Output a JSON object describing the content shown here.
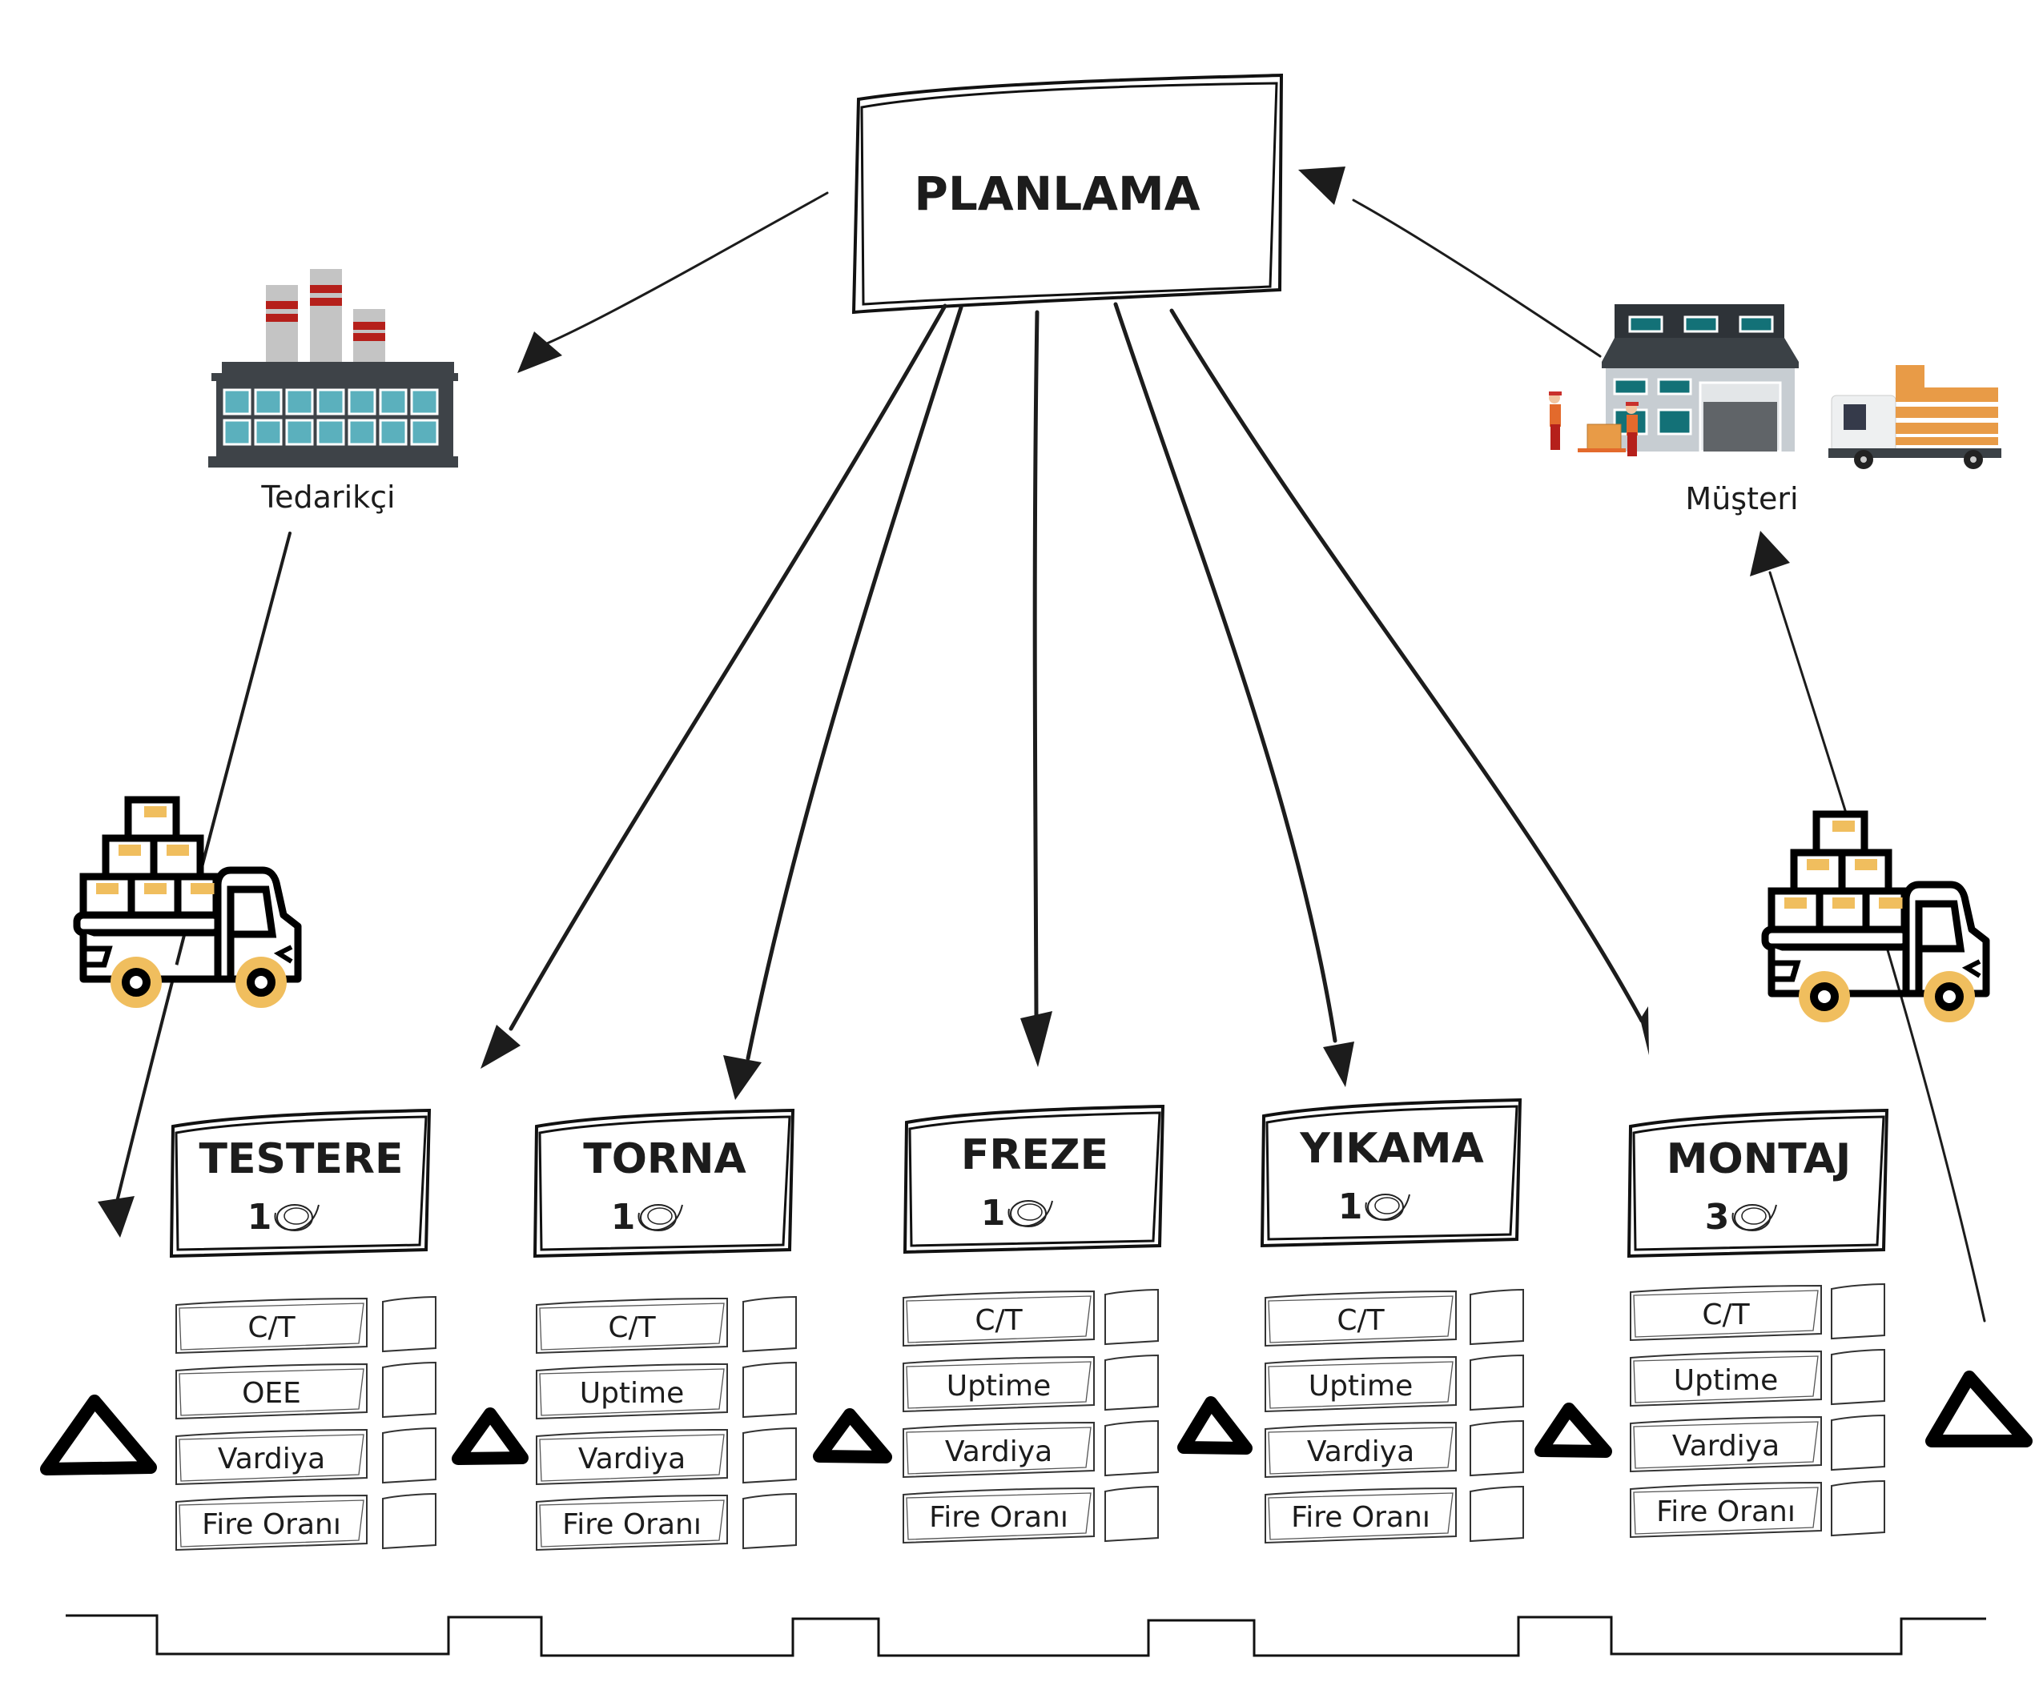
{
  "planning": {
    "title": "PLANLAMA"
  },
  "supplier": {
    "label": "Tedarikçi",
    "icon": "factory-icon"
  },
  "customer": {
    "label": "Müşteri",
    "icon": "warehouse-icon"
  },
  "transport": {
    "inbound_icon": "delivery-truck-icon",
    "outbound_icon": "delivery-truck-icon"
  },
  "operator_icon": "operator-icon",
  "inventory_icon": "inventory-triangle-icon",
  "colors": {
    "ink": "#1c1c1c",
    "truck_accent": "#f0be5e",
    "factory_wall": "#3e4348",
    "factory_window": "#5bb0bd",
    "chimney": "#c4c4c4",
    "chimney_stripe": "#b5201b",
    "warehouse_roof": "#3b4146",
    "warehouse_wall": "#c7cdd2",
    "warehouse_window": "#137177",
    "crate": "#e89b47",
    "worker": "#c9302c"
  },
  "processes": [
    {
      "name": "TESTERE",
      "operators": "1",
      "metrics": [
        "C/T",
        "OEE",
        "Vardiya",
        "Fire Oranı"
      ],
      "values": [
        "",
        "",
        "",
        ""
      ]
    },
    {
      "name": "TORNA",
      "operators": "1",
      "metrics": [
        "C/T",
        "Uptime",
        "Vardiya",
        "Fire Oranı"
      ],
      "values": [
        "",
        "",
        "",
        ""
      ]
    },
    {
      "name": "FREZE",
      "operators": "1",
      "metrics": [
        "C/T",
        "Uptime",
        "Vardiya",
        "Fire Oranı"
      ],
      "values": [
        "",
        "",
        "",
        ""
      ]
    },
    {
      "name": "YIKAMA",
      "operators": "1",
      "metrics": [
        "C/T",
        "Uptime",
        "Vardiya",
        "Fire Oranı"
      ],
      "values": [
        "",
        "",
        "",
        ""
      ]
    },
    {
      "name": "MONTAJ",
      "operators": "3",
      "metrics": [
        "C/T",
        "Uptime",
        "Vardiya",
        "Fire Oranı"
      ],
      "values": [
        "",
        "",
        "",
        ""
      ]
    }
  ],
  "timeline": {
    "segments": 11,
    "pattern": [
      "high",
      "low",
      "high",
      "low",
      "high",
      "low",
      "high",
      "low",
      "high",
      "low",
      "high"
    ]
  }
}
